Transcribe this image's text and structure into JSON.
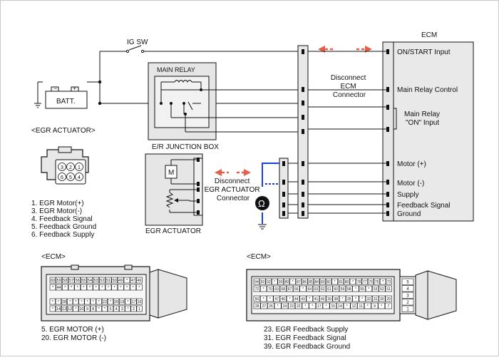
{
  "labels": {
    "ig_sw": "IG SW",
    "batt": "BATT.",
    "main_relay": "MAIN RELAY",
    "jb": "E/R JUNCTION BOX",
    "egr_actuator_header": "<EGR ACTUATOR>",
    "egr_actuator_label": "EGR ACTUATOR",
    "disconnect_ecm": [
      "Disconnect",
      "ECM",
      "Connector"
    ],
    "disconnect_egr": [
      "Disconnect",
      "EGR ACTUATOR",
      "Connector"
    ],
    "ohm_symbol": "Ω",
    "motor_symbol": "M"
  },
  "ecm_box": {
    "title": "ECM",
    "pins": [
      [
        "ON/START Input"
      ],
      [
        "Main Relay Control"
      ],
      [
        "Main Relay",
        "\"ON\" Input"
      ],
      [
        "Motor (+)"
      ],
      [
        "Motor (-)"
      ],
      [
        "Supply"
      ],
      [
        "Feedback Signal"
      ],
      [
        "Ground"
      ]
    ]
  },
  "actuator_connector": {
    "pin_numbers": [
      "3",
      "2",
      "1",
      "6",
      "5",
      "4"
    ],
    "pin_list": [
      "1. EGR Motor(+)",
      "3. EGR Motor(-)",
      "4. Feedback Signal",
      "5. Feedback Ground",
      "6. Feedback Supply"
    ]
  },
  "ecm_connector_left": {
    "title": "<ECM>",
    "row1": [
      "60",
      "59",
      "58",
      "57",
      "56",
      "55",
      "54",
      "53",
      "52",
      "51",
      "50",
      "49",
      "*",
      "47",
      "46"
    ],
    "row2": [
      "*",
      "44",
      "*",
      "*",
      "*",
      "*",
      "*",
      "*",
      "*",
      "*",
      "*",
      "*",
      "*",
      "*",
      "*"
    ],
    "row3": [
      "*",
      "*",
      "28",
      "*",
      "*",
      "*",
      "*",
      "*",
      "*",
      "22",
      "*",
      "20",
      "19",
      "*",
      "17",
      "16"
    ],
    "row4": [
      "*",
      "14",
      "13",
      "12",
      "*",
      "10",
      "9",
      "8",
      "*",
      "*",
      "5",
      "4",
      "3",
      "*",
      "2",
      "1"
    ],
    "captions": [
      "5. EGR MOTOR (+)",
      "20. EGR MOTOR (-)"
    ]
  },
  "ecm_connector_right": {
    "title": "<ECM>",
    "row1": [
      "94",
      "93",
      "92",
      "*",
      "90",
      "89",
      "*",
      "87",
      "86",
      "85",
      "84",
      "83",
      "82",
      "*",
      "81",
      "80",
      "*",
      "78",
      "77",
      "76",
      "75",
      "*",
      "73"
    ],
    "row2": [
      "72",
      "*",
      "70",
      "69",
      "68",
      "67",
      "66",
      "*",
      "64",
      "63",
      "62",
      "61",
      "60",
      "59",
      "58",
      "*",
      "55",
      "*",
      "53",
      "52",
      "51"
    ],
    "row3": [
      "50",
      "*",
      "*",
      "47",
      "46",
      "*",
      "44",
      "43",
      "*",
      "41",
      "40",
      "39",
      "38",
      "*",
      "35",
      "*",
      "*",
      "32",
      "31",
      "30",
      "29"
    ],
    "row4": [
      "28",
      "27",
      "26",
      "*",
      "24",
      "23",
      "22",
      "*",
      "*",
      "17",
      "*",
      "15",
      "14",
      "*",
      "12",
      "11",
      "*",
      "9",
      "*",
      "7"
    ],
    "side_pins": [
      "5",
      "4",
      "3",
      "2",
      "1"
    ],
    "captions": [
      "23. EGR Feedback Supply",
      "31. EGR Feedback Signal",
      "39. EGR Feedback Ground"
    ]
  }
}
